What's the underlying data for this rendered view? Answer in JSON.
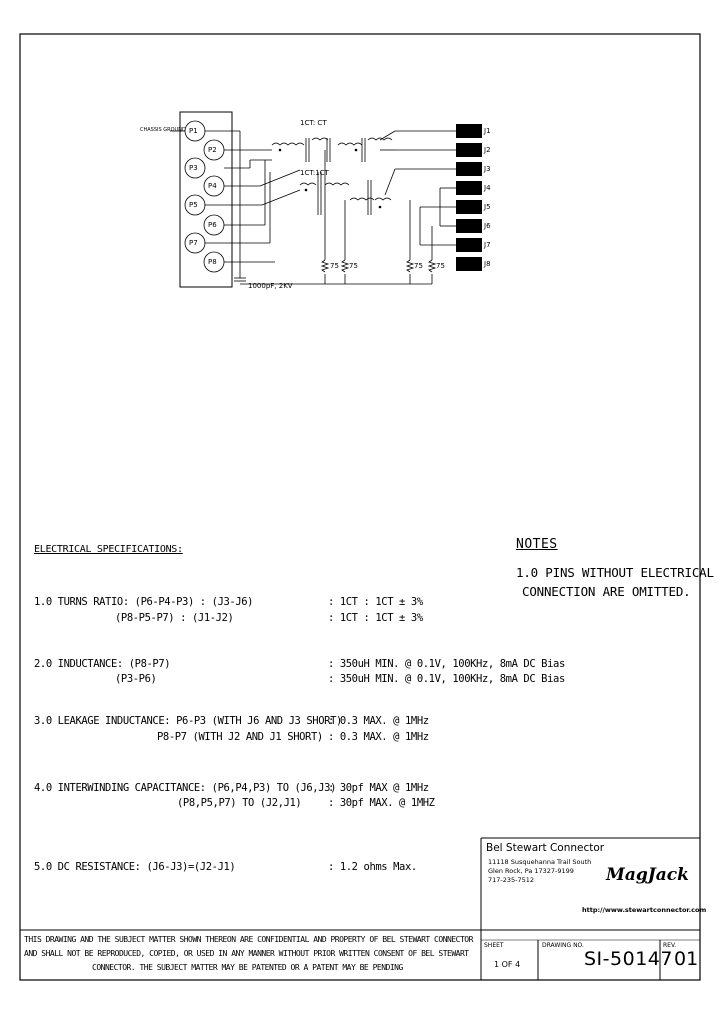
{
  "schematic": {
    "chassis_ground_label": "CHASSIS GROUND",
    "p_pins": [
      "P1",
      "P2",
      "P3",
      "P4",
      "P5",
      "P6",
      "P7",
      "P8"
    ],
    "j_pins": [
      "J1",
      "J2",
      "J3",
      "J4",
      "J5",
      "J6",
      "J7",
      "J8"
    ],
    "top_ratio_label": "1CT: CT",
    "mid_ratio_label": "1CT:1CT",
    "capacitor_label": "1000pF, 2KV",
    "resistor_labels": [
      "75",
      "75",
      "75",
      "75"
    ]
  },
  "electrical": {
    "heading": "ELECTRICAL SPECIFICATIONS:",
    "items": [
      {
        "line1": "1.0  TURNS RATIO: (P6-P4-P3) : (J3-J6)",
        "line2": "(P8-P5-P7) : (J1-J2)",
        "val1": ": 1CT : 1CT ± 3%",
        "val2": ": 1CT : 1CT ± 3%"
      },
      {
        "line1": "2.0  INDUCTANCE:   (P8-P7)",
        "line2": "(P3-P6)",
        "val1": ": 350uH MIN. @ 0.1V, 100KHz, 8mA DC Bias",
        "val2": ": 350uH MIN. @ 0.1V, 100KHz, 8mA DC Bias"
      },
      {
        "line1": "3.0  LEAKAGE INDUCTANCE:  P6-P3 (WITH J6 AND J3 SHORT)",
        "line2": "P8-P7 (WITH J2 AND J1 SHORT)",
        "val1": ": 0.3 MAX. @ 1MHz",
        "val2": ": 0.3 MAX. @ 1MHz"
      },
      {
        "line1": "4.0  INTERWINDING CAPACITANCE: (P6,P4,P3) TO (J6,J3)",
        "line2": "(P8,P5,P7) TO (J2,J1)",
        "val1": ": 30pf MAX @ 1MHz",
        "val2": ": 30pf MAX. @ 1MHZ"
      },
      {
        "line1": "5.0  DC RESISTANCE: (J6-J3)=(J2-J1)",
        "line2": "",
        "val1": ": 1.2 ohms Max.",
        "val2": ""
      }
    ]
  },
  "notes": {
    "title": "NOTES",
    "line1": "1.0 PINS WITHOUT ELECTRICAL",
    "line2": "CONNECTION ARE OMITTED."
  },
  "title_block": {
    "company": "Bel Stewart Connector",
    "address": [
      "11118 Susquehanna Trail South",
      "Glen Rock, Pa  17327-9199",
      "717-235-7512"
    ],
    "logo": "MagJack",
    "website": "http://www.stewartconnector.com",
    "sheet_label": "SHEET",
    "sheet_value": "1 OF 4",
    "drawing_no_label": "DRAWING NO.",
    "drawing_no": "SI-50147",
    "rev_label": "REV.",
    "rev": "01"
  },
  "disclaimer": {
    "line1": "THIS DRAWING AND THE SUBJECT MATTER SHOWN THEREON ARE CONFIDENTIAL AND PROPERTY OF BEL STEWART CONNECTOR",
    "line2": "AND SHALL NOT BE REPRODUCED, COPIED, OR USED IN ANY MANNER WITHOUT PRIOR WRITTEN CONSENT OF BEL STEWART",
    "line3": "CONNECTOR.  THE SUBJECT MATTER MAY BE PATENTED OR A PATENT MAY BE PENDING"
  }
}
